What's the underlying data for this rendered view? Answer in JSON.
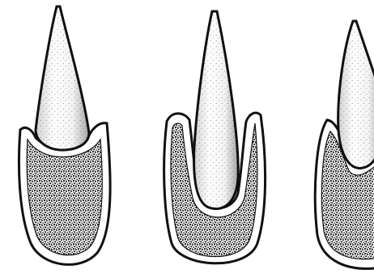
{
  "figure": {
    "panels": [
      {
        "id": "left-tooth-socket"
      },
      {
        "id": "middle-tooth-socket"
      },
      {
        "id": "right-tooth-socket"
      }
    ],
    "colors": {
      "ink": "#111111",
      "paper": "#ffffff",
      "stipple_light": "#7a7a7a",
      "stipple_dense": "#000000"
    },
    "style": "black-and-white stippled line drawing"
  }
}
